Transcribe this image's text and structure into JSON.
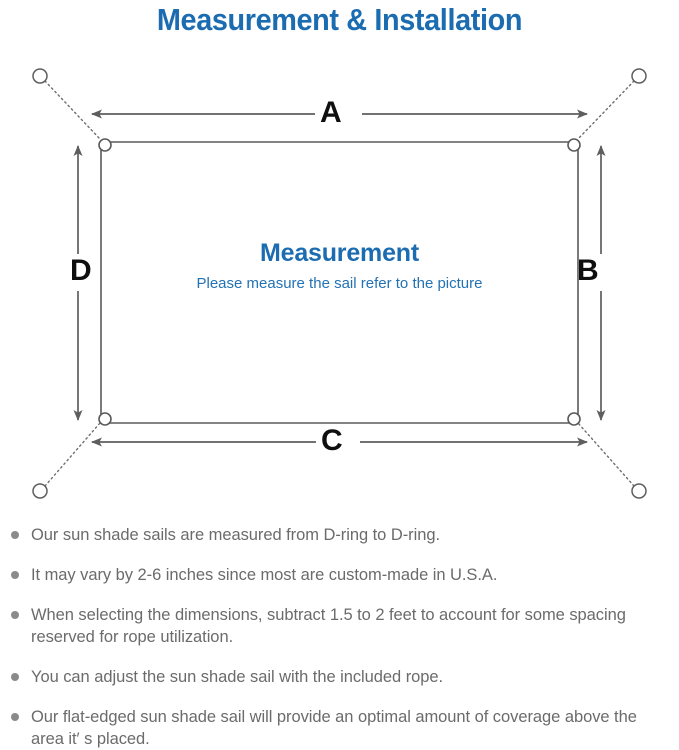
{
  "page": {
    "title": "Measurement & Installation",
    "title_color": "#1b6cb0",
    "background": "#ffffff"
  },
  "diagram": {
    "name": "sun-shade-sail-measurement-diagram",
    "center_heading": "Measurement",
    "center_subtext": "Please measure the sail refer to the picture",
    "center_heading_color": "#1b6cb0",
    "center_subtext_color": "#2272b4",
    "line_color": "#5e5e5e",
    "sail_border_color": "#5a5a5a",
    "dimension_labels": [
      {
        "id": "a",
        "label": "A",
        "edge": "top"
      },
      {
        "id": "b",
        "label": "B",
        "edge": "right"
      },
      {
        "id": "c",
        "label": "C",
        "edge": "bottom"
      },
      {
        "id": "d",
        "label": "D",
        "edge": "left"
      }
    ],
    "corner_anchors": [
      {
        "id": "top-left",
        "label": ""
      },
      {
        "id": "top-right",
        "label": ""
      },
      {
        "id": "bottom-left",
        "label": ""
      },
      {
        "id": "bottom-right",
        "label": ""
      }
    ],
    "d_rings": [
      {
        "id": "d-ring-top-left"
      },
      {
        "id": "d-ring-top-right"
      },
      {
        "id": "d-ring-bottom-left"
      },
      {
        "id": "d-ring-bottom-right"
      }
    ]
  },
  "notes": {
    "bullet_color": "#8a8a8a",
    "text_color": "#6b6b6b",
    "items": [
      "Our sun shade sails are measured from D-ring to D-ring.",
      "It may vary by 2-6 inches since most are custom-made in U.S.A.",
      "When selecting the dimensions, subtract 1.5 to 2 feet to account for some spacing reserved for rope utilization.",
      "You can adjust the sun shade sail with the included rope.",
      "Our flat-edged sun shade sail will provide an optimal amount of coverage above the area it′ s placed."
    ]
  }
}
